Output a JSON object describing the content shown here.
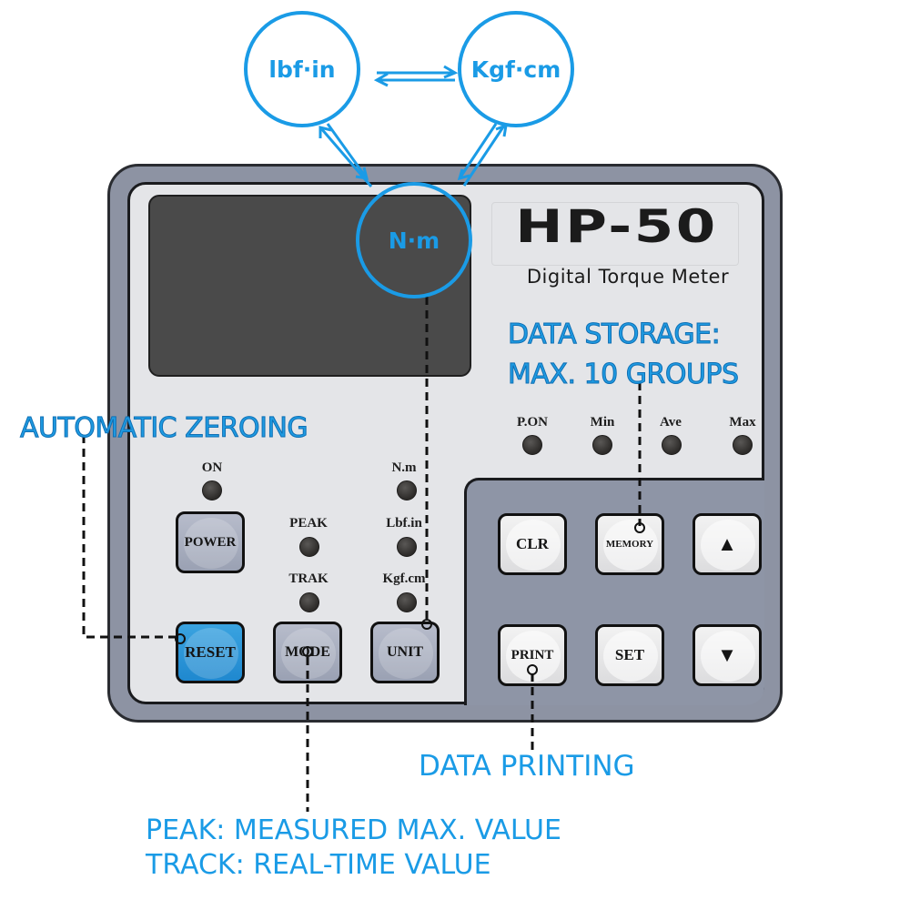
{
  "device": {
    "model": "HP-50",
    "subtitle": "Digital Torque Meter"
  },
  "unit_diagram": {
    "units": [
      {
        "id": "lbf_in",
        "label": "lbf·in"
      },
      {
        "id": "kgf_cm",
        "label": "Kgf·cm"
      },
      {
        "id": "n_m",
        "label": "N·m"
      }
    ]
  },
  "status_leds": {
    "top_row": [
      {
        "label": "P.ON"
      },
      {
        "label": "Min"
      },
      {
        "label": "Ave"
      },
      {
        "label": "Max"
      }
    ],
    "power": {
      "label": "ON"
    },
    "mode": [
      {
        "label": "PEAK"
      },
      {
        "label": "TRAK"
      }
    ],
    "units": [
      {
        "label": "N.m"
      },
      {
        "label": "Lbf.in"
      },
      {
        "label": "Kgf.cm"
      }
    ]
  },
  "buttons": {
    "power": "POWER",
    "reset": "RESET",
    "mode": "MODE",
    "unit": "UNIT",
    "clr": "CLR",
    "memory": "MEMORY",
    "up": "▲",
    "print": "PRINT",
    "set": "SET",
    "down": "▼"
  },
  "annotations": {
    "data_storage_line1": "DATA STORAGE:",
    "data_storage_line2": "MAX. 10 GROUPS",
    "auto_zero": "AUTOMATIC ZEROING",
    "data_printing": "DATA PRINTING",
    "peak": "PEAK: MEASURED MAX. VALUE",
    "track": "TRACK: REAL-TIME VALUE"
  },
  "colors": {
    "annotation_blue": "#1a9be6",
    "reset_button": "#1f88cf",
    "shell_gray": "#8d93a3",
    "faceplate": "#e4e5e8",
    "lcd": "#4a4a4a"
  }
}
